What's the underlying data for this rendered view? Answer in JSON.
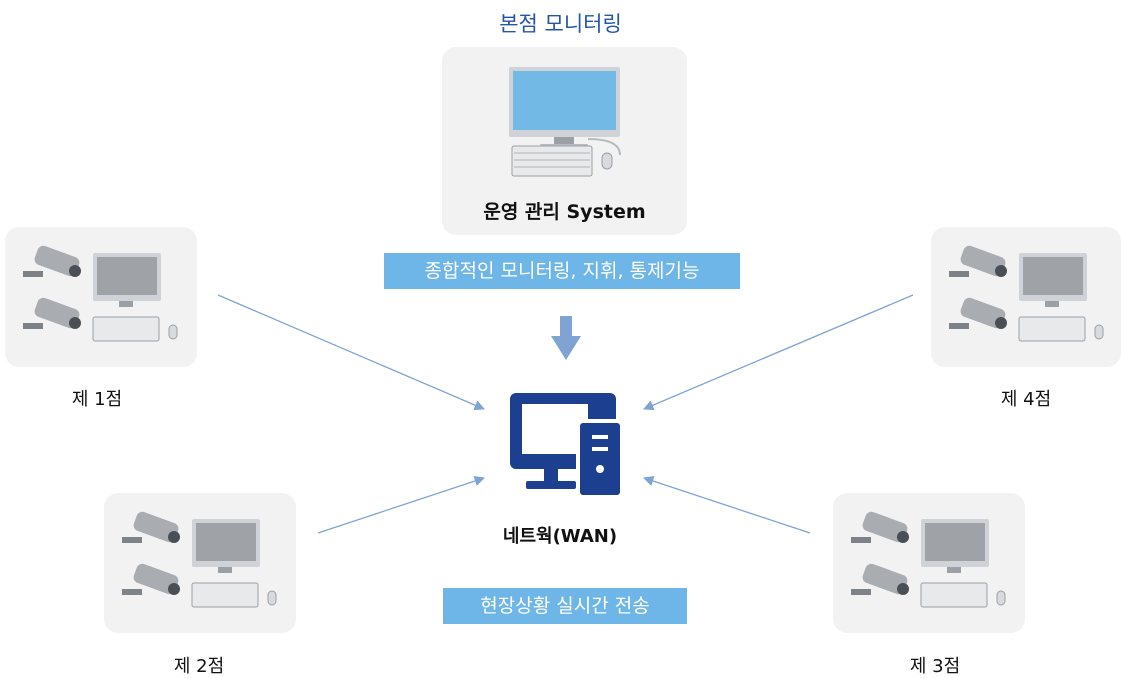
{
  "headquarters": {
    "title": "본점 모니터링",
    "system_label": "운영 관리 System"
  },
  "function_band": "종합적인 모니터링, 지휘, 통제기능",
  "network": {
    "label": "네트웍(WAN)",
    "icon": "server-monitor-icon",
    "color": "#1d3f8f"
  },
  "transfer_band": "현장상황 실시간 전송",
  "sites": [
    {
      "label": "제 1점"
    },
    {
      "label": "제 2점"
    },
    {
      "label": "제 3점"
    },
    {
      "label": "제 4점"
    }
  ],
  "colors": {
    "band": "#6fb6e8",
    "arrow": "#7fa4d3",
    "hq_title": "#2456a8",
    "card": "#f2f2f2"
  }
}
